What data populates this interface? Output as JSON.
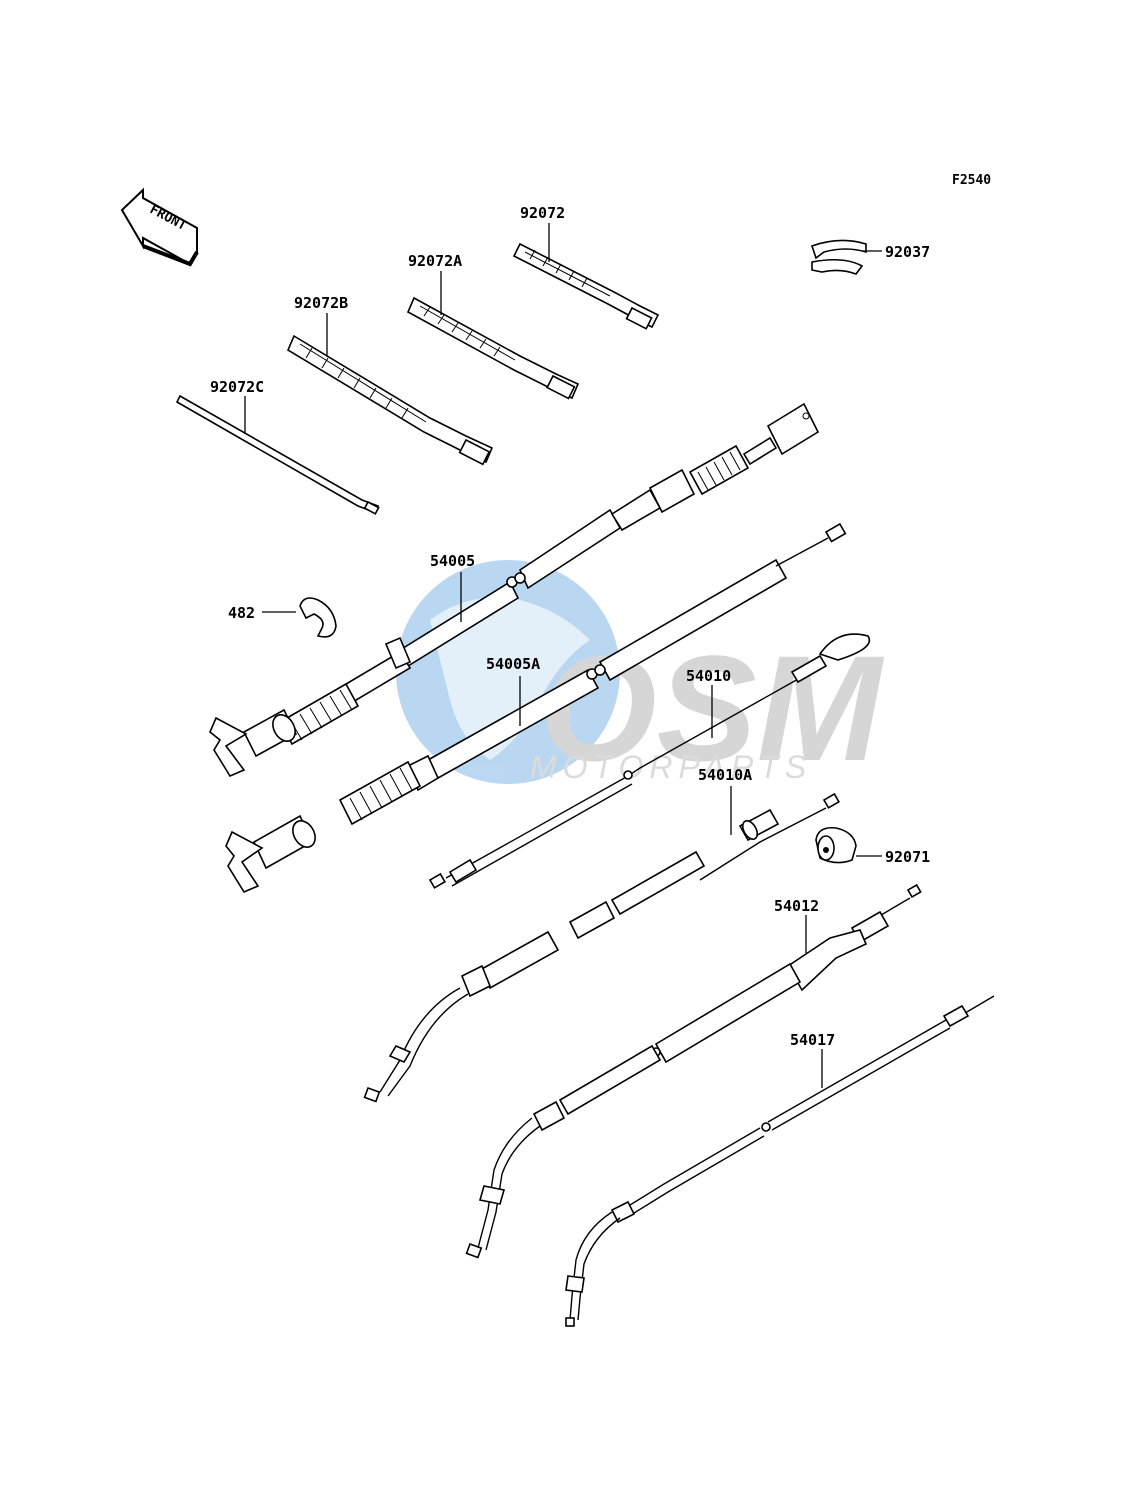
{
  "diagram_code": "F2540",
  "front_label": "FRONT",
  "watermark": {
    "brand": "OSM",
    "subtitle": "MOTORPARTS",
    "colors": {
      "globe": "#3a8fd6",
      "letters": "#b9b9b9"
    }
  },
  "callouts": {
    "c92072": "92072",
    "c92072A": "92072A",
    "c92072B": "92072B",
    "c92072C": "92072C",
    "c92037": "92037",
    "c54005": "54005",
    "c482": "482",
    "c54005A": "54005A",
    "c54010": "54010",
    "c54010A": "54010A",
    "c92071": "92071",
    "c54012": "54012",
    "c54017": "54017"
  }
}
